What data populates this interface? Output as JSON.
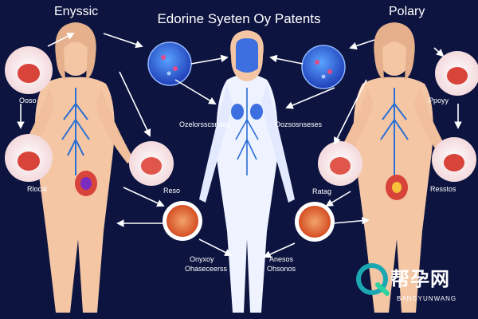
{
  "title": "Edorine Syeten Oy Patents",
  "left_group_title": "Enyssic",
  "right_group_title": "Polary",
  "labels": {
    "left_top_circle": "Ooso",
    "left_mid_circle": "Rlocal",
    "center_lower_left": "Reso",
    "center_body_left": "Ozelorsscsnaes",
    "center_body_right": "Oozsosnseses",
    "right_top_circle": "Ppoyy",
    "right_mid_circle": "Resstos",
    "center_lower_right": "Ratag",
    "bottom_left_line1": "Onyxoy",
    "bottom_left_line2": "Ohaseceerss",
    "bottom_right_line1": "Anesos",
    "bottom_right_line2": "Ohsonos"
  },
  "watermark": {
    "logo_text": "帮孕网",
    "subtext": "BANGYUNWANG"
  },
  "colors": {
    "background": "#0d1440",
    "skin": "#f4c6a4",
    "vein": "#2a6fd6",
    "central_figure": "#eef3ff",
    "organ_red": "#d8433a",
    "logo_accent": "#1ba7b2"
  }
}
